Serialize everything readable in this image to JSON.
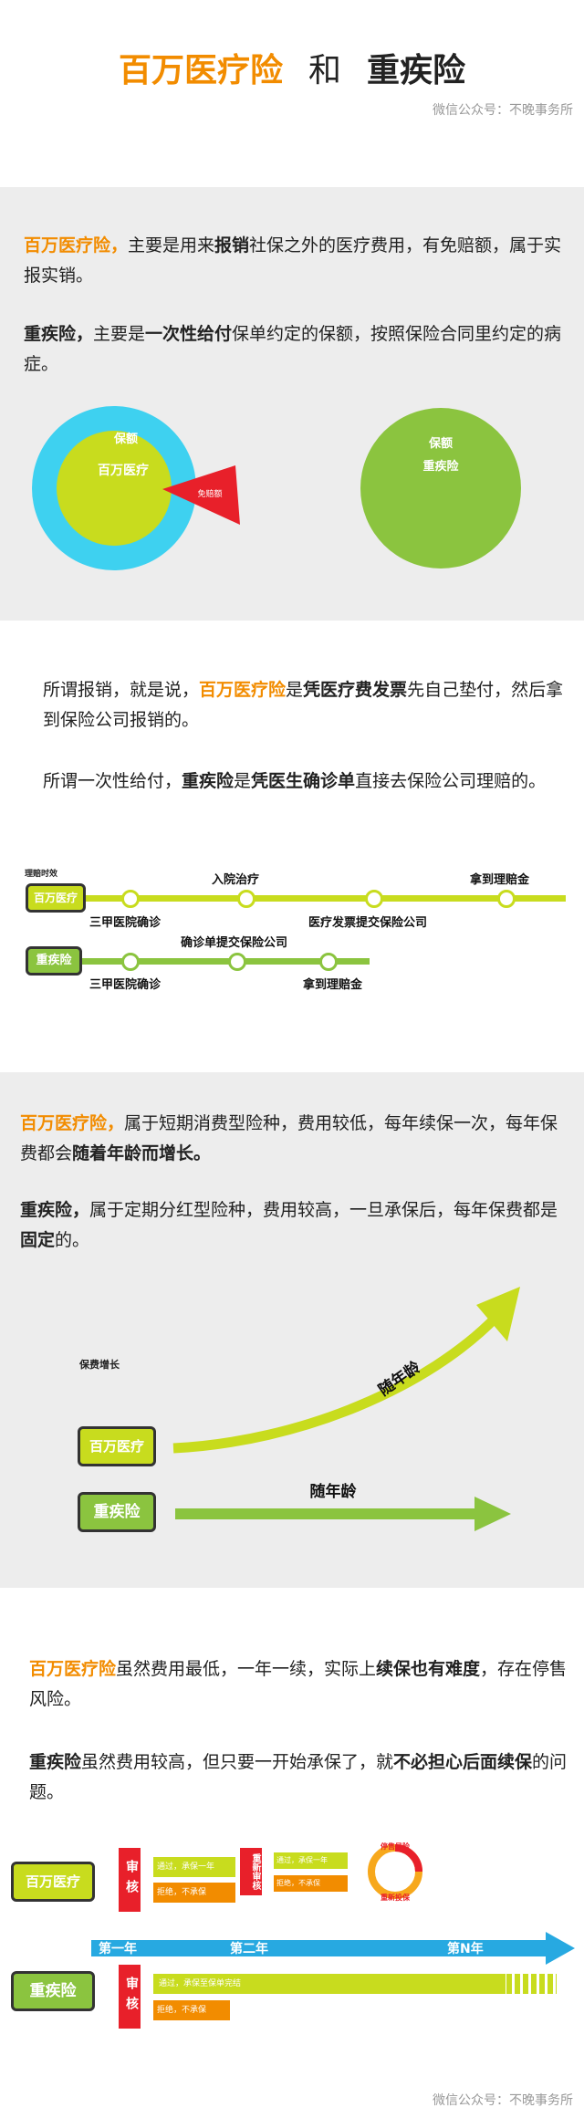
{
  "header": {
    "title_a": "百万医疗险",
    "title_join": "和",
    "title_b": "重疾险",
    "credit": "微信公众号：不晚事务所"
  },
  "section1": {
    "p1_a": "百万医疗险，",
    "p1_b": "主要是用来",
    "p1_c": "报销",
    "p1_d": "社保之外的医疗费用，有免赔额，属于实报实销。",
    "p2_a": "重疾险，",
    "p2_b": "主要是",
    "p2_c": "一次性给付",
    "p2_d": "保单约定的保额，按照保险合同里约定的病症。",
    "left_outer": "保额",
    "left_inner": "百万医疗",
    "left_wedge": "免赔额",
    "right_top": "保额",
    "right_inner": "重疾险"
  },
  "section2": {
    "p1_a": "所谓报销，就是说，",
    "p1_b": "百万医疗险",
    "p1_c": "是",
    "p1_d": "凭医疗费发票",
    "p1_e": "先自己垫付，然后拿到保险公司报销的。",
    "p2_a": "所谓一次性给付，",
    "p2_b": "重疾险",
    "p2_c": "是",
    "p2_d": "凭医生确诊单",
    "p2_e": "直接去保险公司理赔的。",
    "tl1_caption": "理赔时效",
    "tl1_label": "百万医疗",
    "tl1_steps": [
      "三甲医院确诊",
      "入院治疗",
      "医疗发票提交保险公司",
      "拿到理赔金"
    ],
    "tl2_label": "重疾险",
    "tl2_steps": [
      "三甲医院确诊",
      "确诊单提交保险公司",
      "拿到理赔金"
    ]
  },
  "section3": {
    "p1_a": "百万医疗险，",
    "p1_b": "属于短期消费型险种，费用较低，每年续保一次，每年保费都会",
    "p1_c": "随着年龄而增长。",
    "p2_a": "重疾险，",
    "p2_b": "属于定期分红型险种，费用较高，一旦承保后，每年保费都是",
    "p2_c": "固定",
    "p2_d": "的。",
    "chart_caption": "保费增长",
    "label_a": "百万医疗",
    "label_b": "重疾险",
    "arrow_a_text": "随年龄",
    "arrow_b_text": "随年龄"
  },
  "section4": {
    "p1_a": "百万医疗险",
    "p1_b": "虽然费用最低，一年一续，实际上",
    "p1_c": "续保也有难度",
    "p1_d": "，存在停售风险。",
    "p2_a": "重疾险",
    "p2_b": "虽然费用较高，但只要一开始承保了，就",
    "p2_c": "不必担心后面续保",
    "p2_d": "的问题。",
    "label_a": "百万医疗",
    "label_b": "重疾险",
    "audit": "审核",
    "reaudit": "重新审核",
    "pass1": "通过，承保一年",
    "pass2": "通过，承保一年",
    "reject1": "拒绝，不承保",
    "reject2": "拒绝，不承保",
    "badge_top": "停售风险",
    "badge_bottom": "重新投保",
    "year1": "第一年",
    "year2": "第二年",
    "yearn": "第N年",
    "pass_long": "通过，承保至保单完结",
    "reject3": "拒绝，不承保"
  },
  "footer": {
    "credit": "微信公众号：不晚事务所"
  }
}
